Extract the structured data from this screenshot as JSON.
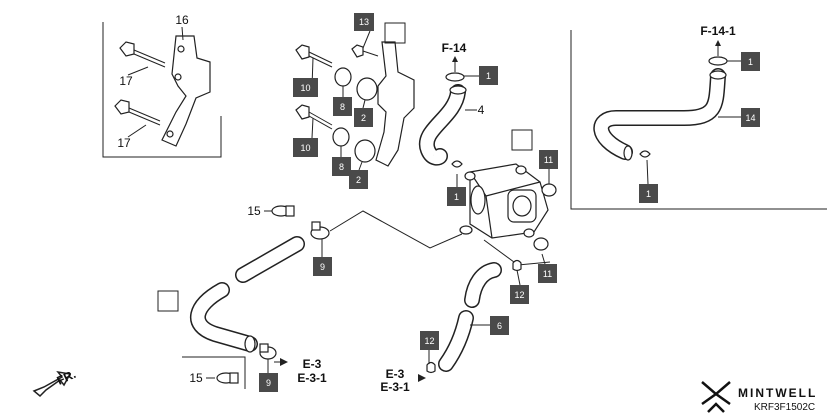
{
  "callouts": {
    "c13": "13",
    "c10a": "10",
    "c8a": "8",
    "c2a": "2",
    "c10b": "10",
    "c8b": "8",
    "c2b": "2",
    "c1a": "1",
    "c1b": "1",
    "c11a": "11",
    "c11b": "11",
    "c9a": "9",
    "c9b": "9",
    "c12a": "12",
    "c12b": "12",
    "c6": "6",
    "c1r1": "1",
    "c14": "14",
    "c1r2": "1"
  },
  "labels": {
    "n16": "16",
    "n17a": "17",
    "n17b": "17",
    "n4": "4",
    "n15a": "15",
    "n15b": "15"
  },
  "refs": {
    "f14": "F-14",
    "f141": "F-14-1",
    "e3a": "E-3",
    "e31a": "E-3-1",
    "e3b": "E-3",
    "e31b": "E-3-1",
    "fr": "FR."
  },
  "footer": {
    "brand": "MINTWELL",
    "code": "KRF3F1502C"
  }
}
